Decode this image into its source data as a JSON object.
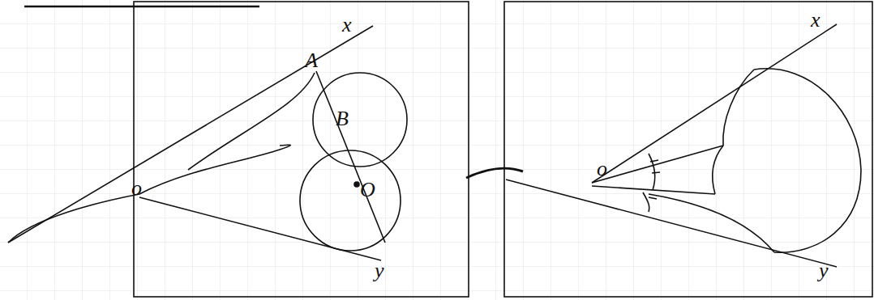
{
  "diagram": {
    "labels": [
      "x",
      "A",
      "B",
      "o",
      "O",
      "y",
      "x",
      "o",
      "y"
    ]
  }
}
